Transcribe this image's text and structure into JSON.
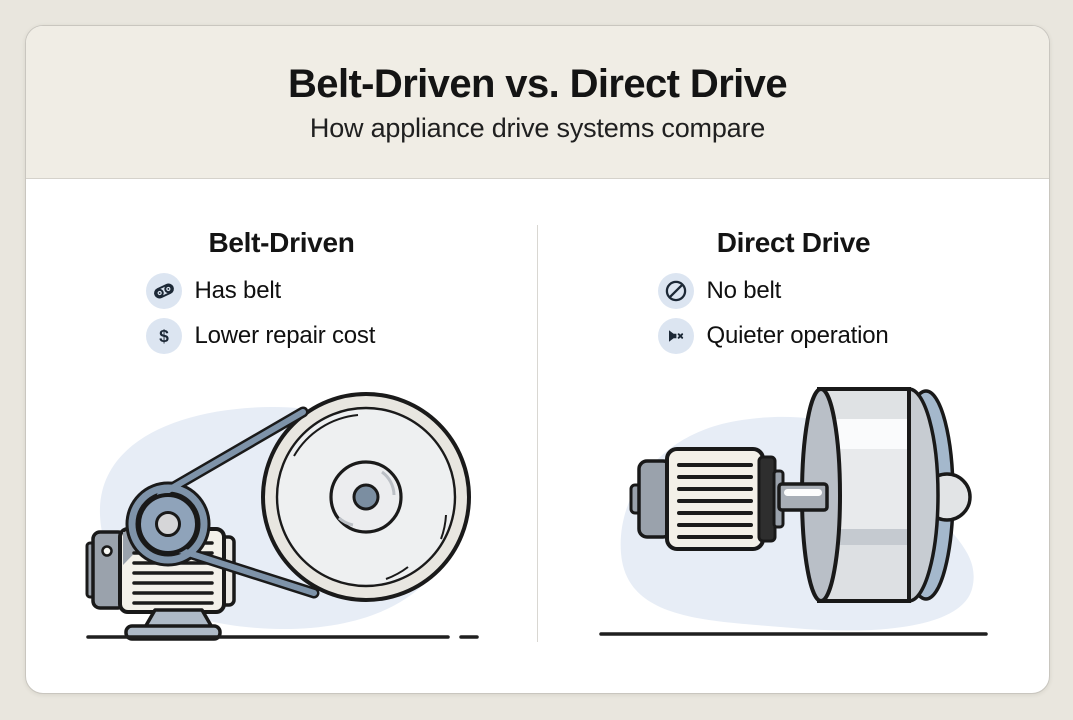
{
  "header": {
    "title": "Belt-Driven vs. Direct Drive",
    "subtitle": "How appliance drive systems compare"
  },
  "columns": [
    {
      "heading": "Belt-Driven",
      "features": [
        {
          "icon": "belt-icon",
          "label": "Has belt"
        },
        {
          "icon": "dollar-icon",
          "label": "Lower repair cost"
        }
      ],
      "illustration_alt": "Motor with small pulley driving a large wheel via a belt"
    },
    {
      "heading": "Direct Drive",
      "features": [
        {
          "icon": "no-belt-icon",
          "label": "No belt"
        },
        {
          "icon": "muted-speaker-icon",
          "label": "Quieter operation"
        }
      ],
      "illustration_alt": "Motor directly coupled by a shaft to a drum"
    }
  ],
  "glyphs": {
    "dollar": "$"
  },
  "colors": {
    "page_bg": "#e9e6de",
    "header_bg": "#f0ede5",
    "panel_bg": "#ffffff",
    "text": "#141414",
    "icon_chip_bg": "#dce5f1",
    "icon_glyph": "#1c2836",
    "blob_blue": "#e7edf6",
    "steel_blue": "#7e93a9",
    "machine_gray": "#9aa2ac",
    "machine_cream": "#f3f1ea",
    "outline": "#1a1a1a"
  }
}
